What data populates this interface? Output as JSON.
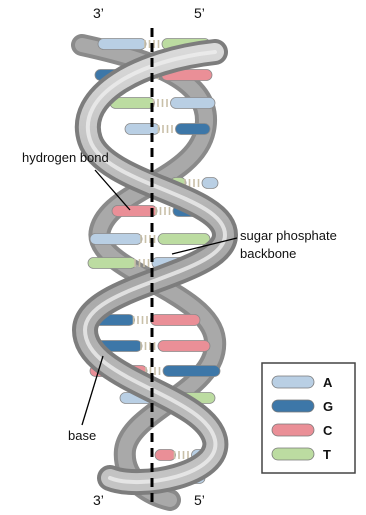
{
  "strand_ends": {
    "top_left": "3’",
    "top_right": "5’",
    "bottom_left": "3’",
    "bottom_right": "5’"
  },
  "labels": {
    "hydrogen_bond": "hydrogen bond",
    "backbone_line1": "sugar phosphate",
    "backbone_line2": "backbone",
    "base": "base"
  },
  "legend": [
    {
      "letter": "A",
      "color": "#b9cfe4"
    },
    {
      "letter": "G",
      "color": "#3d77a8"
    },
    {
      "letter": "C",
      "color": "#ea8f97"
    },
    {
      "letter": "T",
      "color": "#bcdca1"
    }
  ],
  "colors": {
    "backbone_front": "#b3b3b3",
    "backbone_back": "#8c8c8c",
    "hydrogen_bond": "#c9c0a8"
  }
}
